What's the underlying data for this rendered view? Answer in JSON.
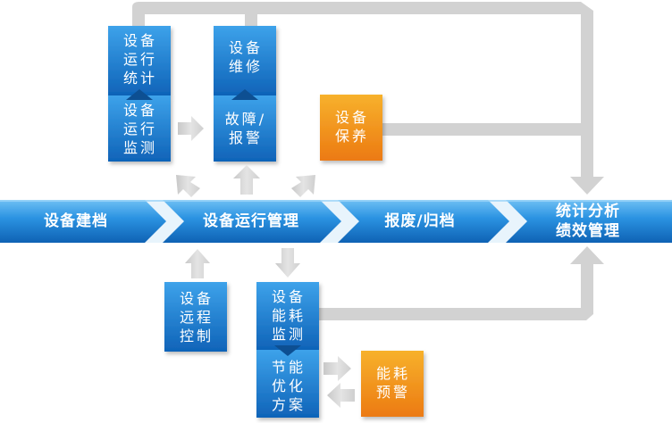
{
  "main_flow": {
    "stage1": "设备建档",
    "stage2": "设备运行管理",
    "stage3": "报废/归档",
    "stage4": "统计分析\n绩效管理"
  },
  "upper_modules": {
    "run_stats": "设备\n运行\n统计",
    "run_monitor": "设备\n运行\n监测",
    "maintenance": "设备\n维修",
    "fault_report": "故障/\n报警",
    "upkeep": "设备\n保养"
  },
  "lower_modules": {
    "remote_control": "设备\n远程\n控制",
    "energy_monitor": "设备\n能耗\n监测",
    "energy_plan": "节能\n优化\n方案",
    "energy_warning": "能耗\n预警"
  },
  "colors": {
    "blue": "#1c7fd4",
    "orange": "#f39a1a",
    "arrow_gray": "#dcdcdc",
    "connector_gray": "#cfcfcf"
  }
}
